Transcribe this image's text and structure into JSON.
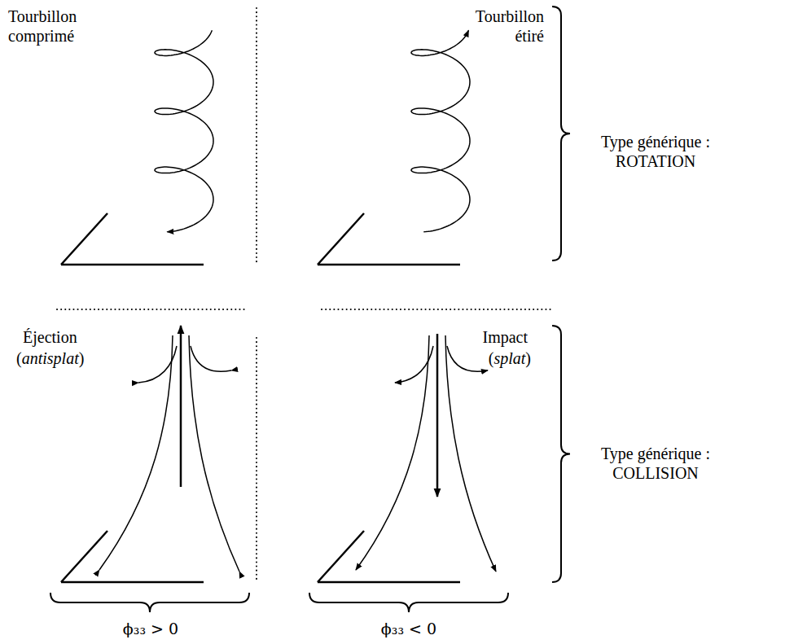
{
  "diagram": {
    "labels": [
      "Tourbillon comprimé",
      "Tourbillon étiré",
      "Type générique : ROTATION",
      "Éjection",
      "(antisplat)",
      "Impact",
      "(splat)",
      "Type générique : COLLISION",
      "ϕ₃₃ > 0",
      "ϕ₃₃ < 0"
    ]
  }
}
